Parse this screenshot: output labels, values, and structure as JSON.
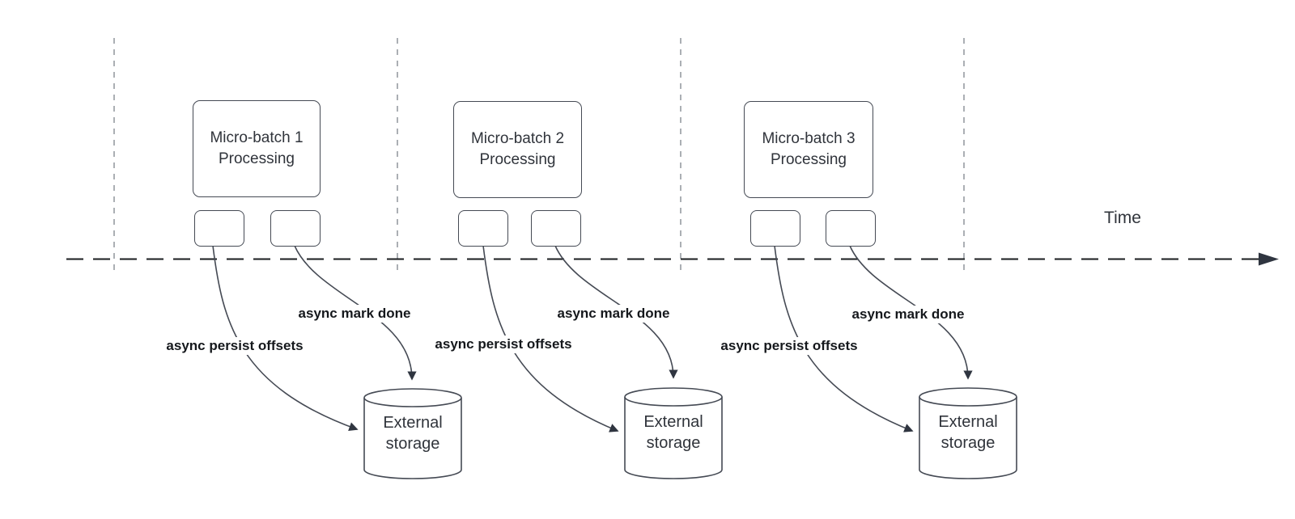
{
  "diagram": {
    "time_label": "Time",
    "batches": [
      {
        "box_line1": "Micro-batch 1",
        "box_line2": "Processing",
        "persist_label": "async persist offsets",
        "mark_done_label": "async mark done",
        "storage_line1": "External",
        "storage_line2": "storage"
      },
      {
        "box_line1": "Micro-batch 2",
        "box_line2": "Processing",
        "persist_label": "async persist offsets",
        "mark_done_label": "async mark done",
        "storage_line1": "External",
        "storage_line2": "storage"
      },
      {
        "box_line1": "Micro-batch 3",
        "box_line2": "Processing",
        "persist_label": "async persist offsets",
        "mark_done_label": "async mark done",
        "storage_line1": "External",
        "storage_line2": "storage"
      }
    ]
  },
  "colors": {
    "line": "#454a54",
    "guide": "#abafb4",
    "timeline": "#1a1c1f",
    "arrowhead": "#2f3540",
    "text": "#30343b",
    "label-text": "#15181c"
  }
}
